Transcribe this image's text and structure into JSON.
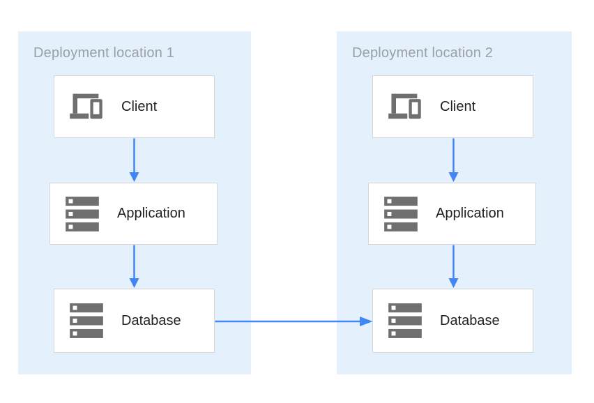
{
  "diagram": {
    "locations": [
      {
        "title": "Deployment location 1",
        "nodes": [
          {
            "label": "Client",
            "icon": "devices-icon"
          },
          {
            "label": "Application",
            "icon": "server-stack-icon"
          },
          {
            "label": "Database",
            "icon": "server-stack-icon"
          }
        ]
      },
      {
        "title": "Deployment location 2",
        "nodes": [
          {
            "label": "Client",
            "icon": "devices-icon"
          },
          {
            "label": "Application",
            "icon": "server-stack-icon"
          },
          {
            "label": "Database",
            "icon": "server-stack-icon"
          }
        ]
      }
    ],
    "connections": [
      {
        "from": "location-1 Client",
        "to": "location-1 Application",
        "direction": "down"
      },
      {
        "from": "location-1 Application",
        "to": "location-1 Database",
        "direction": "down"
      },
      {
        "from": "location-2 Client",
        "to": "location-2 Application",
        "direction": "down"
      },
      {
        "from": "location-2 Application",
        "to": "location-2 Database",
        "direction": "down"
      },
      {
        "from": "location-1 Database",
        "to": "location-2 Database",
        "direction": "right"
      }
    ],
    "colors": {
      "container_bg": "#E4F0FB",
      "node_bg": "#FFFFFF",
      "node_border": "#D6D6D6",
      "arrow": "#4285F4",
      "icon_gray": "#6F6F6F",
      "title_gray": "#9AA0A6",
      "label_text": "#212121"
    }
  }
}
